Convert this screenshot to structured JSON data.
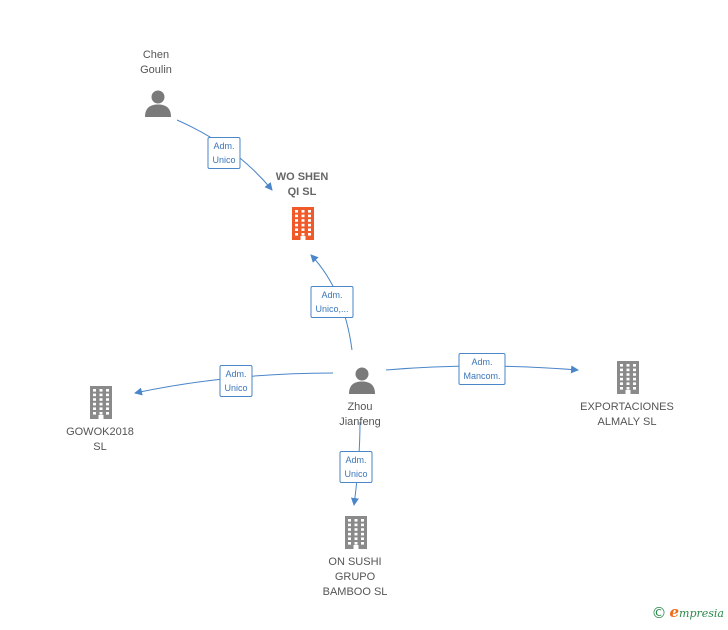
{
  "colors": {
    "edge": "#4a86c8",
    "company": "#8a8a8a",
    "company_highlight": "#f05a28",
    "person": "#7a7a7a"
  },
  "nodes": [
    {
      "id": "chen",
      "type": "person",
      "icon": "person-icon",
      "lines": [
        "Chen",
        "Goulin"
      ]
    },
    {
      "id": "woshen",
      "type": "company",
      "highlight": true,
      "icon": "building-icon",
      "lines": [
        "WO SHEN",
        "QI  SL"
      ]
    },
    {
      "id": "zhou",
      "type": "person",
      "icon": "person-icon",
      "lines": [
        "Zhou",
        "Jianfeng"
      ]
    },
    {
      "id": "gowok",
      "type": "company",
      "icon": "building-icon",
      "lines": [
        "GOWOK2018",
        "SL"
      ]
    },
    {
      "id": "export",
      "type": "company",
      "icon": "building-icon",
      "lines": [
        "EXPORTACIONES",
        "ALMALY SL"
      ]
    },
    {
      "id": "onsushi",
      "type": "company",
      "icon": "building-icon",
      "lines": [
        "ON SUSHI",
        "GRUPO",
        "BAMBOO  SL"
      ]
    }
  ],
  "edges": [
    {
      "id": "chen-woshen",
      "from": "chen",
      "to": "woshen",
      "label": [
        "Adm.",
        "Unico"
      ]
    },
    {
      "id": "zhou-woshen",
      "from": "zhou",
      "to": "woshen",
      "label": [
        "Adm.",
        "Unico,..."
      ]
    },
    {
      "id": "zhou-gowok",
      "from": "zhou",
      "to": "gowok",
      "label": [
        "Adm.",
        "Unico"
      ]
    },
    {
      "id": "zhou-export",
      "from": "zhou",
      "to": "export",
      "label": [
        "Adm.",
        "Mancom."
      ]
    },
    {
      "id": "zhou-onsushi",
      "from": "zhou",
      "to": "onsushi",
      "label": [
        "Adm.",
        "Unico"
      ]
    }
  ],
  "footer": {
    "copyright_symbol": "©",
    "brand_initial": "e",
    "brand_rest": "mpresia"
  }
}
